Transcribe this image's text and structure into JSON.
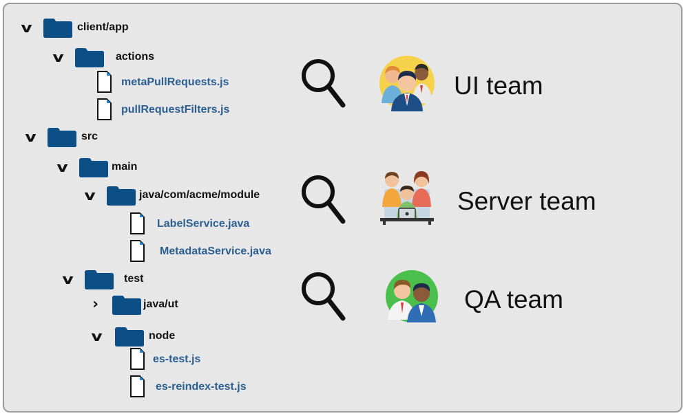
{
  "tree": {
    "client_app": "client/app",
    "actions": "actions",
    "meta_pull_requests": "metaPullRequests.js",
    "pull_request_filters": "pullRequestFilters.js",
    "src": "src",
    "main": "main",
    "java_module": "java/com/acme/module",
    "label_service": "LabelService.java",
    "metadata_service": "MetadataService.java",
    "test": "test",
    "java_ut": "java/ut",
    "node": "node",
    "es_test": "es-test.js",
    "es_reindex_test": "es-reindex-test.js"
  },
  "teams": {
    "ui": "UI team",
    "server": "Server team",
    "qa": "QA team"
  },
  "icons": {
    "expanded": "chevron-down-icon",
    "collapsed": "chevron-right-icon",
    "folder": "folder-icon",
    "file": "file-icon",
    "search": "magnifier-icon"
  },
  "colors": {
    "folder": "#0b4f86",
    "file_link": "#2c5f91",
    "panel": "#e7e7e7"
  }
}
